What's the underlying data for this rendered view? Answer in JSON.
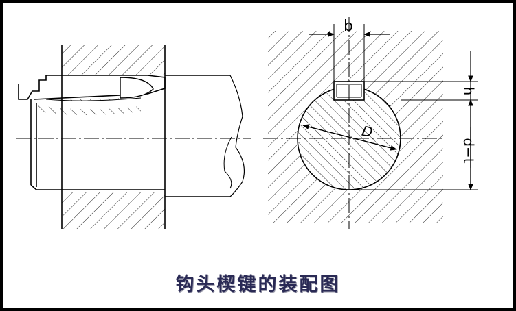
{
  "caption": "钩头楔键的装配图",
  "labels": {
    "key_width": "b",
    "diameter": "D",
    "key_height": "h",
    "depth": "d−t"
  },
  "colors": {
    "line": "#000000",
    "hatch": "#222222",
    "caption": "#2a2a55"
  }
}
